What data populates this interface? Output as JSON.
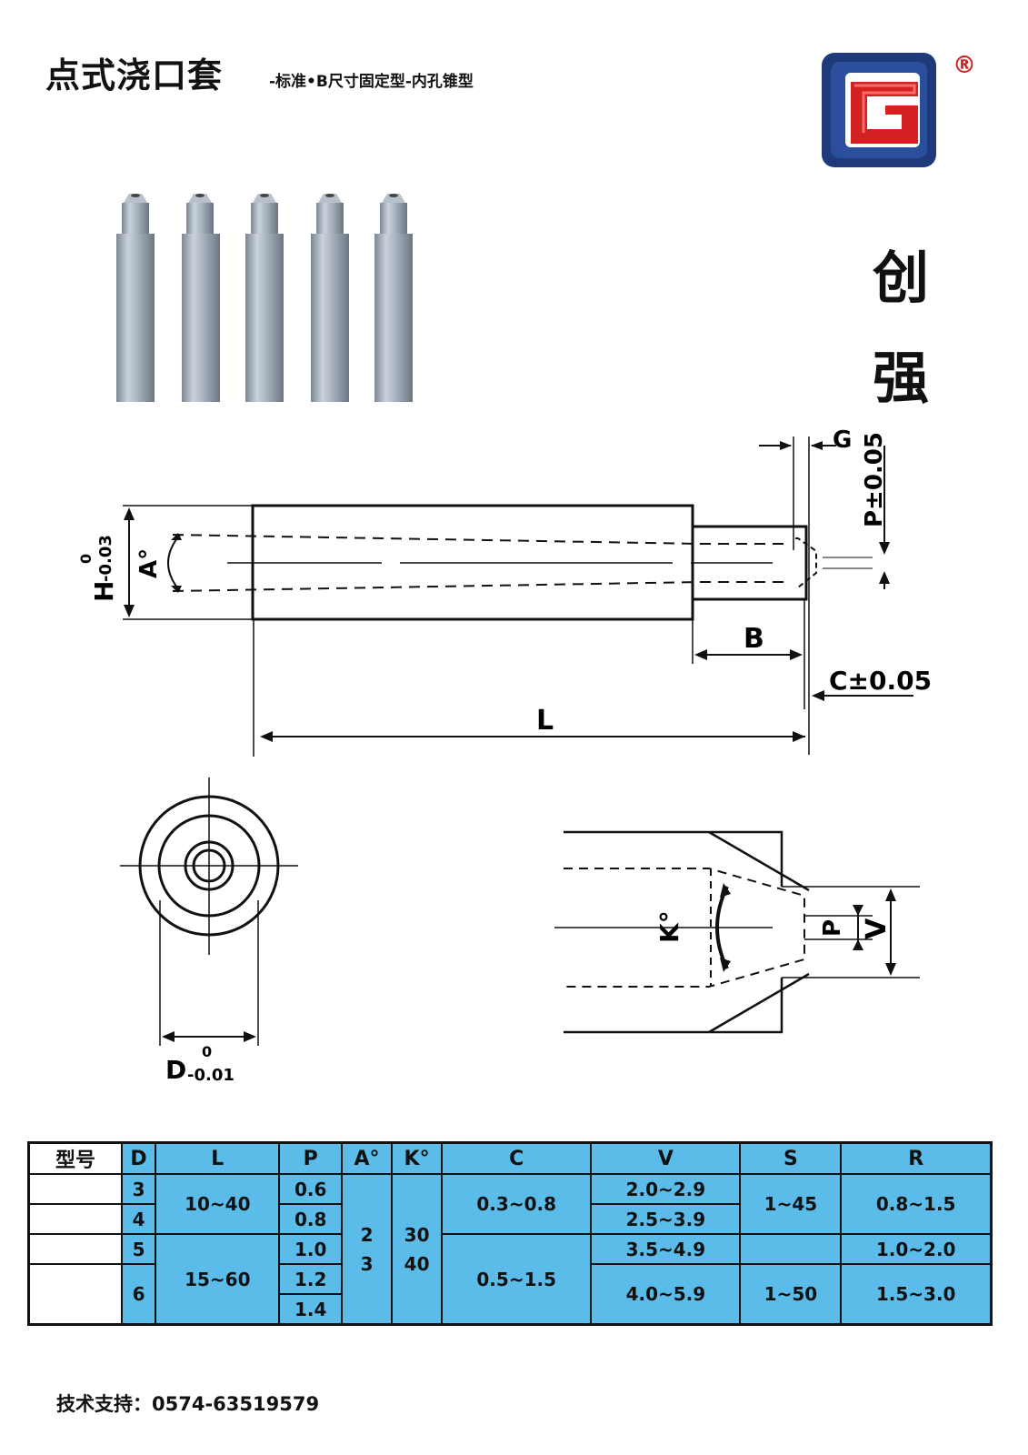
{
  "header": {
    "title": "点式浇口套",
    "subtitle": "-标准•B尺寸固定型-内孔锥型"
  },
  "brand": {
    "registered": "®",
    "char1": "创",
    "char2": "强",
    "colors": {
      "logo_red": "#d32020",
      "logo_blue": "#1e3a7a",
      "logo_dark": "#222222"
    }
  },
  "drawing": {
    "label_G": "G",
    "label_P_tol": "P±0.05",
    "label_H": "H",
    "label_H_tol_top": "0",
    "label_H_tol_bottom": "-0.03",
    "label_A": "A°",
    "label_B": "B",
    "label_C_tol": "C±0.05",
    "label_L": "L",
    "label_D": "D",
    "label_D_tol_top": "0",
    "label_D_tol_bottom": "-0.01",
    "label_K": "K°",
    "label_P": "P",
    "label_V": "V"
  },
  "table": {
    "headers": [
      "型号",
      "D",
      "L",
      "P",
      "A°",
      "K°",
      "C",
      "V",
      "S",
      "R"
    ],
    "D": [
      "3",
      "4",
      "5",
      "6"
    ],
    "L": [
      "10~40",
      "15~60"
    ],
    "P": [
      "0.6",
      "0.8",
      "1.0",
      "1.2",
      "1.4"
    ],
    "A": [
      "2",
      "3"
    ],
    "K": [
      "30",
      "40"
    ],
    "C": [
      "0.3~0.8",
      "0.5~1.5"
    ],
    "V": [
      "2.0~2.9",
      "2.5~3.9",
      "3.5~4.9",
      "4.0~5.9"
    ],
    "S": [
      "1~45",
      "1~50"
    ],
    "R": [
      "0.8~1.5",
      "1.0~2.0",
      "1.5~3.0"
    ],
    "header_color": "#5bbbe9"
  },
  "footer": {
    "support": "技术支持：0574-63519579"
  }
}
